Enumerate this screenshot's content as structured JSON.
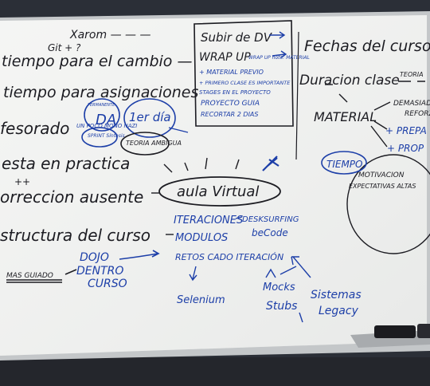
{
  "whiteboard": {
    "left_column": {
      "line_xarom": "Xarom —  — —",
      "line_gitmark": "Git + ?",
      "line_1": "tiempo para el cambio —",
      "line_2": "tiempo para asignaciones",
      "line_3": "fesorado",
      "line_3_note": "UN POCO MONO NAZI",
      "line_4": "esta en practica",
      "line_4_mark": "++",
      "line_5": "orreccion ausente",
      "line_6": "structura del curso",
      "mas_guiado": "MAS GUIADO",
      "dojo_lines": [
        "DOJO",
        "DENTRO",
        "CURSO"
      ]
    },
    "bubbles": {
      "b1": "PERMANENTE",
      "b1_big": "DA",
      "b2": "1er día",
      "b3": "SPRINT Síntesis",
      "b4": "TEORIA AMBIGUA"
    },
    "center_box": {
      "items": [
        "Subir de DV",
        "WRAP UP",
        "WRAP UP note: MATERIAL",
        "+ MATERIAL PREVIO",
        "+ PRIMERO CLASE ES IMPORTANTE",
        "STAGES EN EL PROYECTO",
        "PROYECTO GUIA",
        "RECORTAR 2 DIAS"
      ]
    },
    "center": {
      "aula_virtual": "aula Virtual",
      "iteraciones": "ITERACIONES",
      "deskurfing": "DESKSURFING",
      "modulos": "MODULOS",
      "becode": "beCode",
      "retos": "RETOS CADO ITERACIÓN",
      "selenium": "Selenium",
      "mocks": "Mocks",
      "stubs": "Stubs",
      "sistemas": "Sistemas",
      "legacy": "Legacy"
    },
    "right_column": {
      "fechas": "Fechas del curso",
      "duracion": "Duracion clase",
      "teoria": "TEORIA",
      "material": "MATERIAL",
      "demasiado": "DEMASIADO",
      "reforzar": "REFORZAR",
      "prep1": "+ PREPA",
      "prep2": "+ PROP",
      "tiempo": "TIEMPO",
      "motivacion": "MOTIVACION",
      "expectativas": "EXPECTATIVAS ALTAS"
    }
  },
  "colors": {
    "board": "#f1f2f0",
    "frame": "#c3c6c8",
    "ink_black": "#1c1c22",
    "ink_blue": "#1d3fa8",
    "background": "#2a2d34"
  }
}
